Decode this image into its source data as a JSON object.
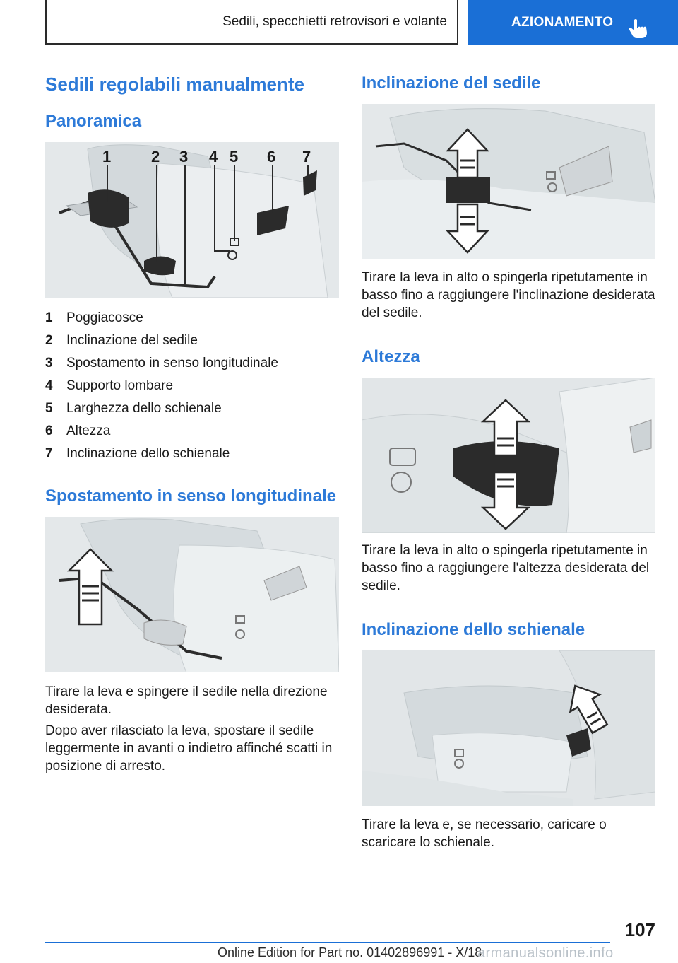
{
  "header": {
    "section_title": "Sedili, specchietti retrovisori e volante",
    "chapter": "AZIONAMENTO"
  },
  "left": {
    "heading": "Sedili regolabili manualmente",
    "subheading": "Panoramica",
    "figure_labels": [
      "1",
      "2",
      "3",
      "4",
      "5",
      "6",
      "7"
    ],
    "items": [
      {
        "num": "1",
        "label": "Poggiacosce"
      },
      {
        "num": "2",
        "label": "Inclinazione del sedile"
      },
      {
        "num": "3",
        "label": "Spostamento in senso longitudinale"
      },
      {
        "num": "4",
        "label": "Supporto lombare"
      },
      {
        "num": "5",
        "label": "Larghezza dello schienale"
      },
      {
        "num": "6",
        "label": "Altezza"
      },
      {
        "num": "7",
        "label": "Inclinazione dello schienale"
      }
    ],
    "section2": {
      "heading": "Spostamento in senso longitudinale",
      "para1": "Tirare la leva e spingere il sedile nella direzione desiderata.",
      "para2": "Dopo aver rilasciato la leva, spostare il sedile leggermente in avanti o indietro affinché scatti in posizione di arresto."
    }
  },
  "right": {
    "tilt": {
      "heading": "Inclinazione del sedile",
      "para": "Tirare la leva in alto o spingerla ripetutamente in basso fino a raggiungere l'inclinazione desiderata del sedile."
    },
    "height": {
      "heading": "Altezza",
      "para": "Tirare la leva in alto o spingerla ripetutamente in basso fino a raggiungere l'altezza desiderata del sedile."
    },
    "backrest": {
      "heading": "Inclinazione dello schienale",
      "para": "Tirare la leva e, se necessario, caricare o scaricare lo schienale."
    }
  },
  "footer": {
    "page_number": "107",
    "edition": "Online Edition for Part no. 01402896991 - X/18",
    "watermark": "armanualsonline.info"
  }
}
